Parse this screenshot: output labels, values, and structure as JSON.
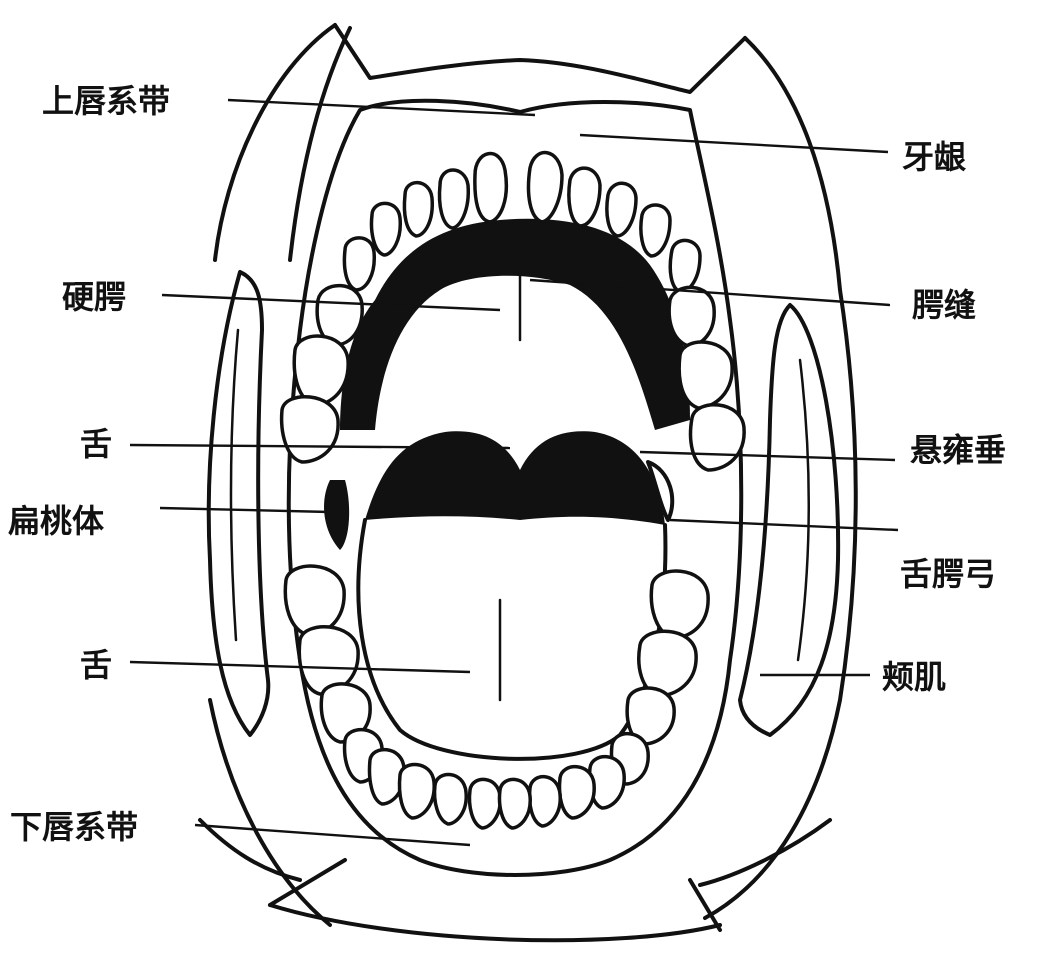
{
  "labels": {
    "upper_lip_frenulum": "上唇系带",
    "gum": "牙龈",
    "hard_palate": "硬腭",
    "palatine_raphe": "腭缝",
    "tongue_upper": "舌",
    "uvula": "悬雍垂",
    "tonsil": "扁桃体",
    "palatoglossal_arch": "舌腭弓",
    "tongue_lower": "舌",
    "buccinator": "颊肌",
    "lower_lip_frenulum": "下唇系带"
  },
  "colors": {
    "ink": "#111111",
    "paper": "#ffffff"
  }
}
